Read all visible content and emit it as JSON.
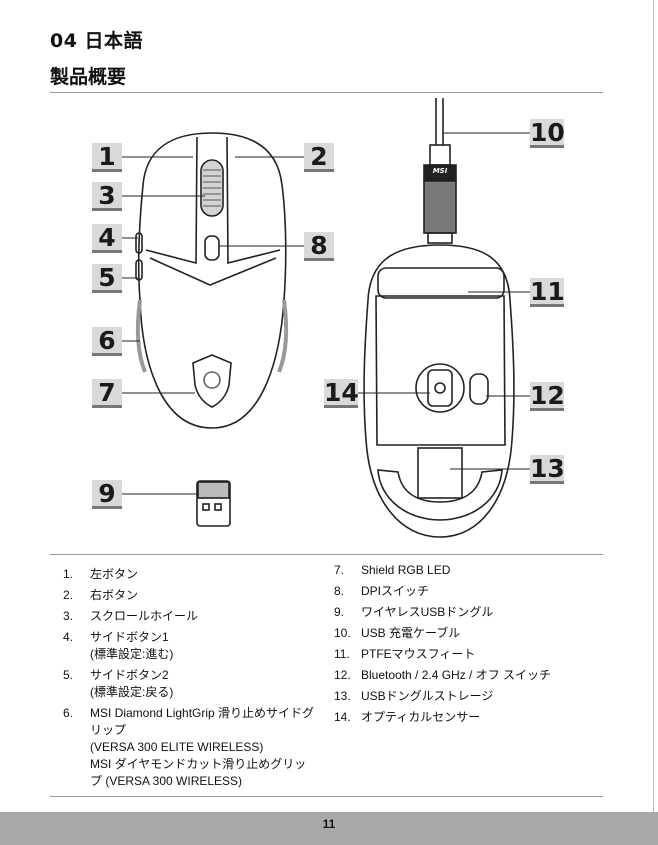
{
  "header": {
    "section": "04 日本語",
    "title": "製品概要"
  },
  "figure": {
    "usb_dongle_logo": "MSI",
    "callouts": [
      "1",
      "2",
      "3",
      "4",
      "5",
      "6",
      "7",
      "8",
      "9",
      "10",
      "11",
      "12",
      "13",
      "14"
    ]
  },
  "list_left": [
    {
      "num": "1.",
      "text": "左ボタン"
    },
    {
      "num": "2.",
      "text": "右ボタン"
    },
    {
      "num": "3.",
      "text": "スクロールホイール"
    },
    {
      "num": "4.",
      "text": "サイドボタン1",
      "sub": "(標準設定:進む)"
    },
    {
      "num": "5.",
      "text": "サイドボタン2",
      "sub": "(標準設定:戻る)"
    },
    {
      "num": "6.",
      "text": "MSI Diamond LightGrip 滑り止めサイドグリップ",
      "sub": "(VERSA 300 ELITE WIRELESS)",
      "sub2": "MSI ダイヤモンドカット滑り止めグリップ (VERSA 300 WIRELESS)"
    }
  ],
  "list_right": [
    {
      "num": "7.",
      "text": "Shield RGB LED"
    },
    {
      "num": "8.",
      "text": "DPIスイッチ"
    },
    {
      "num": "9.",
      "text": "ワイヤレスUSBドングル"
    },
    {
      "num": "10.",
      "text": "USB 充電ケーブル"
    },
    {
      "num": "11.",
      "text": "PTFEマウスフィート"
    },
    {
      "num": "12.",
      "text": "Bluetooth / 2.4 GHz / オフ スイッチ"
    },
    {
      "num": "13.",
      "text": "USBドングルストレージ"
    },
    {
      "num": "14.",
      "text": "オプティカルセンサー"
    }
  ],
  "footer": {
    "page": "11"
  }
}
